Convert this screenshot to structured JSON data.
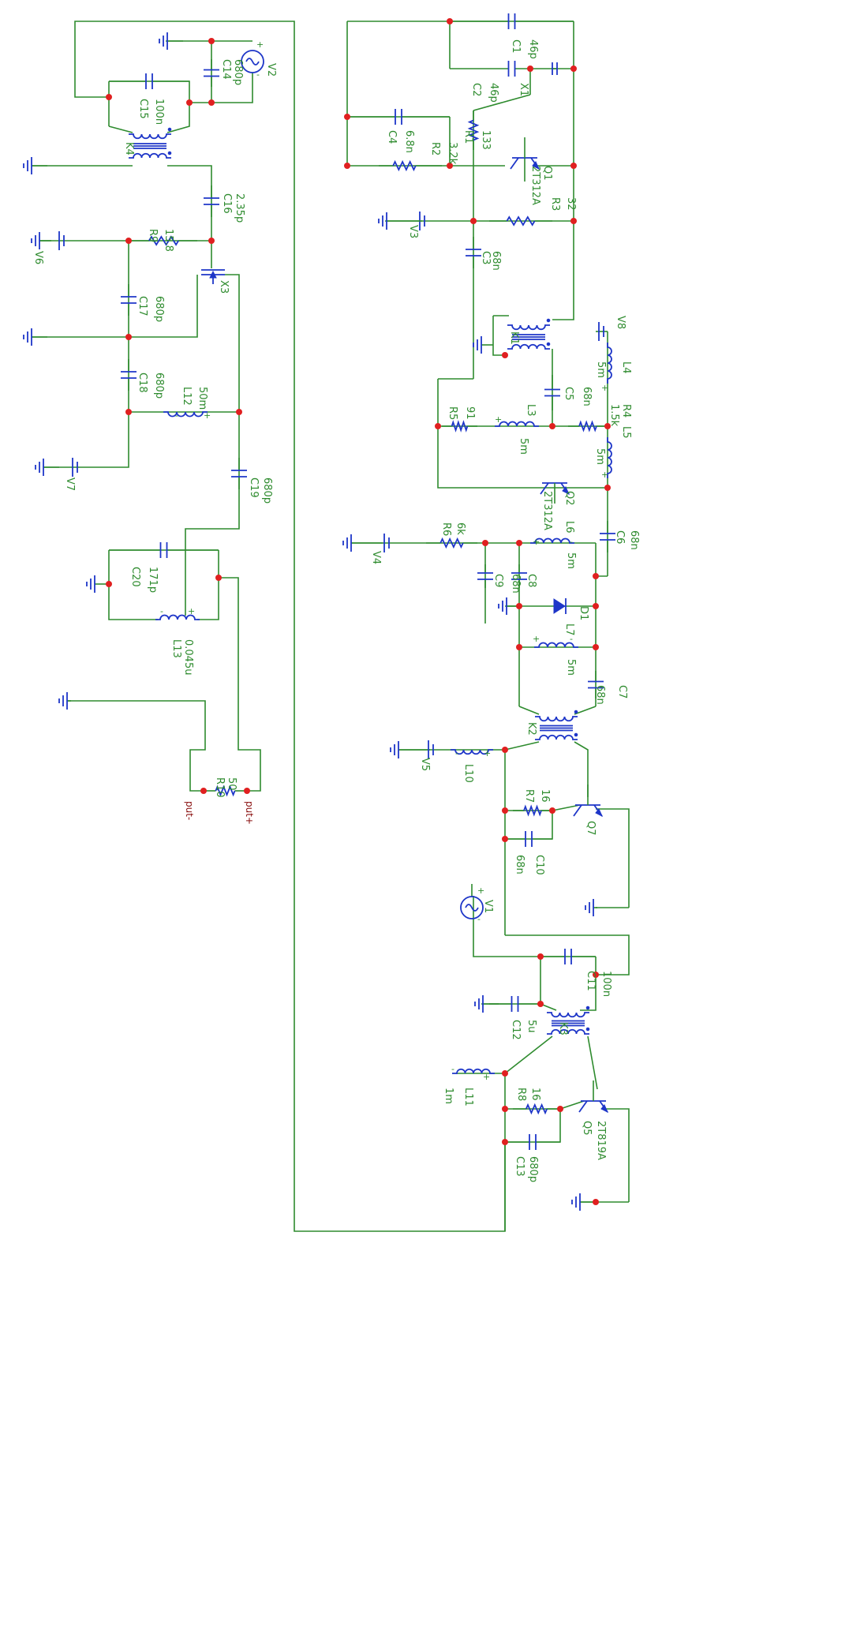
{
  "colors": {
    "wire": "#2e8b2e",
    "symbol": "#1e36c8",
    "node": "#e02020",
    "port": "#8a1010"
  },
  "components": {
    "C1": [
      "C1",
      "46p"
    ],
    "C2": [
      "C2",
      "46p"
    ],
    "X1": [
      "X1",
      ""
    ],
    "R1": [
      "R1",
      "133"
    ],
    "Q1": [
      "Q1",
      "2T312A"
    ],
    "R2": [
      "R2",
      "3.2k"
    ],
    "C4": [
      "C4",
      "6.8n"
    ],
    "R3": [
      "R3",
      "32"
    ],
    "V3": [
      "V3",
      ""
    ],
    "C3": [
      "C3",
      "68n"
    ],
    "K1": [
      "K1",
      ""
    ],
    "V8": [
      "V8",
      ""
    ],
    "L4": [
      "L4",
      "5m"
    ],
    "C5": [
      "C5",
      "68n"
    ],
    "R4": [
      "R4",
      "1.5k"
    ],
    "L5": [
      "L5",
      "5m"
    ],
    "R5": [
      "R5",
      "91"
    ],
    "L3": [
      "L3",
      "5m"
    ],
    "Q2": [
      "Q2",
      "2T312A"
    ],
    "C6": [
      "C6",
      "68n"
    ],
    "R6": [
      "R6",
      "6k"
    ],
    "V4": [
      "V4",
      ""
    ],
    "L6": [
      "L6",
      "5m"
    ],
    "C9": [
      "C9",
      ""
    ],
    "C8": [
      "C8",
      "68n"
    ],
    "D1": [
      "D1",
      ""
    ],
    "L7": [
      "L7",
      "5m"
    ],
    "C7": [
      "C7",
      "68n"
    ],
    "K2": [
      "K2",
      ""
    ],
    "L10": [
      "L10",
      ""
    ],
    "V5": [
      "V5",
      ""
    ],
    "R7": [
      "R7",
      "16"
    ],
    "Q7": [
      "Q7",
      ""
    ],
    "C10": [
      "C10",
      "68n"
    ],
    "V1": [
      "V1",
      ""
    ],
    "C11": [
      "C11",
      "100n"
    ],
    "K3": [
      "K3",
      ""
    ],
    "C12": [
      "C12",
      "5u"
    ],
    "L11": [
      "L11",
      "1m"
    ],
    "R8": [
      "R8",
      "16"
    ],
    "Q5": [
      "Q5",
      "2T819A"
    ],
    "C13": [
      "C13",
      "680p"
    ],
    "V2": [
      "V2",
      ""
    ],
    "C14": [
      "C14",
      "680p"
    ],
    "C15": [
      "C15",
      "100n"
    ],
    "K4": [
      "K4",
      ""
    ],
    "C16": [
      "C16",
      "2.35p"
    ],
    "R9": [
      "R9",
      "15.8"
    ],
    "V6": [
      "V6",
      ""
    ],
    "X3": [
      "X3",
      ""
    ],
    "C17": [
      "C17",
      "680p"
    ],
    "C18": [
      "C18",
      "680p"
    ],
    "L12": [
      "L12",
      "50m"
    ],
    "V7": [
      "V7",
      ""
    ],
    "C19": [
      "C19",
      "680p"
    ],
    "C20": [
      "C20",
      "171p"
    ],
    "L13": [
      "L13",
      "0.045u"
    ],
    "R10": [
      "R10",
      "50"
    ]
  },
  "ports": {
    "out_minus": "put-",
    "out_plus": "put+"
  }
}
